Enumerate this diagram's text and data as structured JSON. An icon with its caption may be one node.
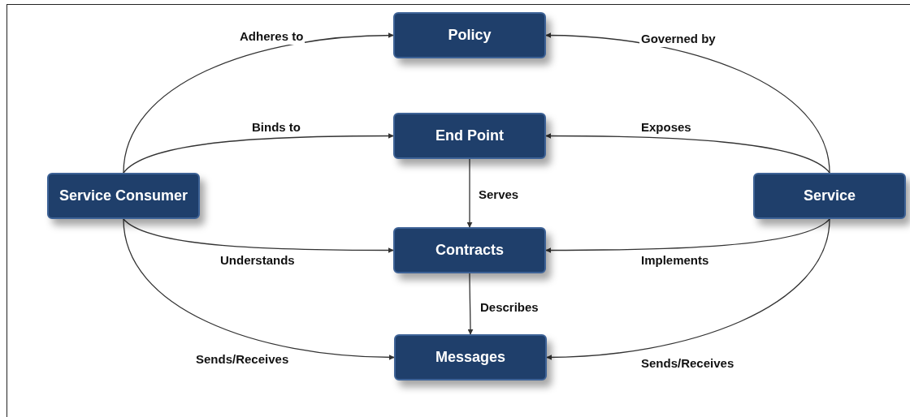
{
  "diagram": {
    "nodes": [
      {
        "text": [
          "Policy"
        ]
      },
      {
        "text": [
          "End Point"
        ]
      },
      {
        "text": [
          "Service Consumer"
        ]
      },
      {
        "text": [
          "Service"
        ]
      },
      {
        "text": [
          "Contracts"
        ]
      },
      {
        "text": [
          "Messages"
        ]
      }
    ],
    "edges": [
      {
        "from": 2,
        "to": 0,
        "arrow": "to",
        "label": "Adheres to"
      },
      {
        "from": 2,
        "to": 1,
        "arrow": "to",
        "label": "Binds to"
      },
      {
        "from": 2,
        "to": 4,
        "arrow": "to",
        "label": "Understands"
      },
      {
        "from": 2,
        "to": 5,
        "arrow": "to",
        "label": "Sends/Receives"
      },
      {
        "from": 3,
        "to": 0,
        "arrow": "to",
        "label": "Governed by"
      },
      {
        "from": 3,
        "to": 1,
        "arrow": "to",
        "label": "Exposes"
      },
      {
        "from": 3,
        "to": 4,
        "arrow": "to",
        "label": "Implements"
      },
      {
        "from": 3,
        "to": 5,
        "arrow": "to",
        "label": "Sends/Receives"
      },
      {
        "from": 1,
        "to": 4,
        "arrow": "to",
        "label": "Serves"
      },
      {
        "from": 4,
        "to": 5,
        "arrow": "to",
        "label": "Describes"
      }
    ]
  }
}
